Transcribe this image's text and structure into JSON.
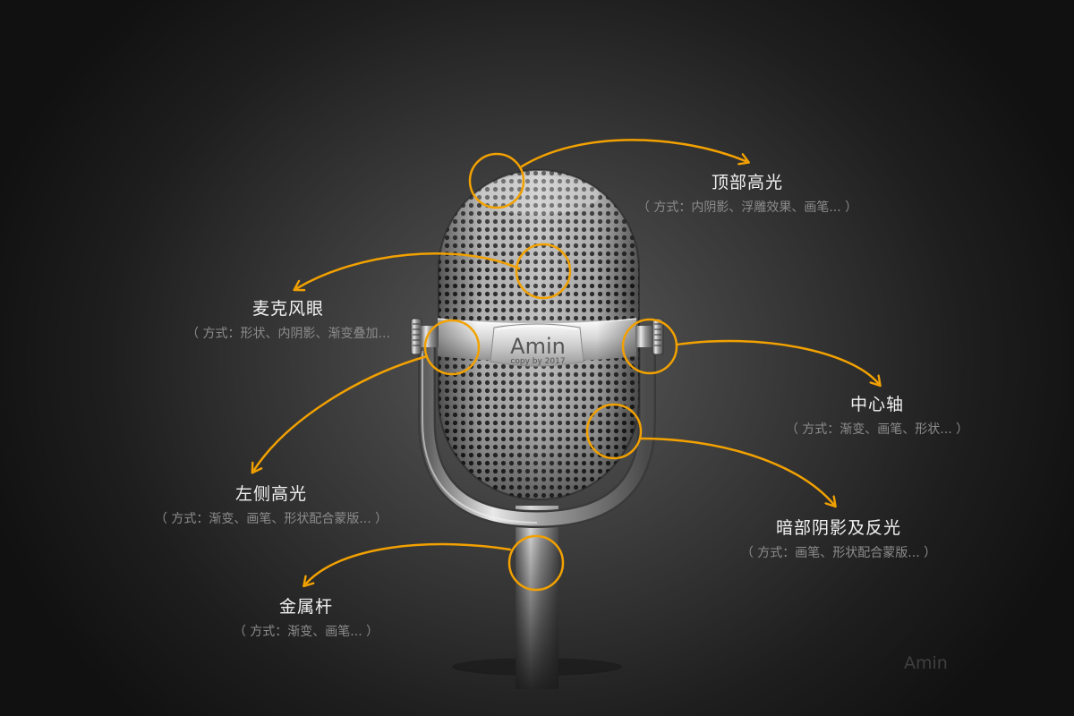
{
  "colors": {
    "accent": "#f2a100",
    "background": "#1b1b1b"
  },
  "plate": {
    "name": "Amin",
    "subtitle": "copy by 2017"
  },
  "callouts": {
    "top_highlight": {
      "title": "顶部高光",
      "desc": "（ 方式：内阴影、浮雕效果、画笔... ）"
    },
    "mic_grille": {
      "title": "麦克风眼",
      "desc": "（ 方式：形状、内阴影、渐变叠加..."
    },
    "center_axis": {
      "title": "中心轴",
      "desc": "（ 方式：渐变、画笔、形状... ）"
    },
    "left_highlight": {
      "title": "左侧高光",
      "desc": "（ 方式：渐变、画笔、形状配合蒙版... ）"
    },
    "dark_shadow": {
      "title": "暗部阴影及反光",
      "desc": "（ 方式：画笔、形状配合蒙版... ）"
    },
    "metal_rod": {
      "title": "金属杆",
      "desc": "（ 方式：渐变、画笔... ）"
    }
  },
  "watermark": "Amin"
}
